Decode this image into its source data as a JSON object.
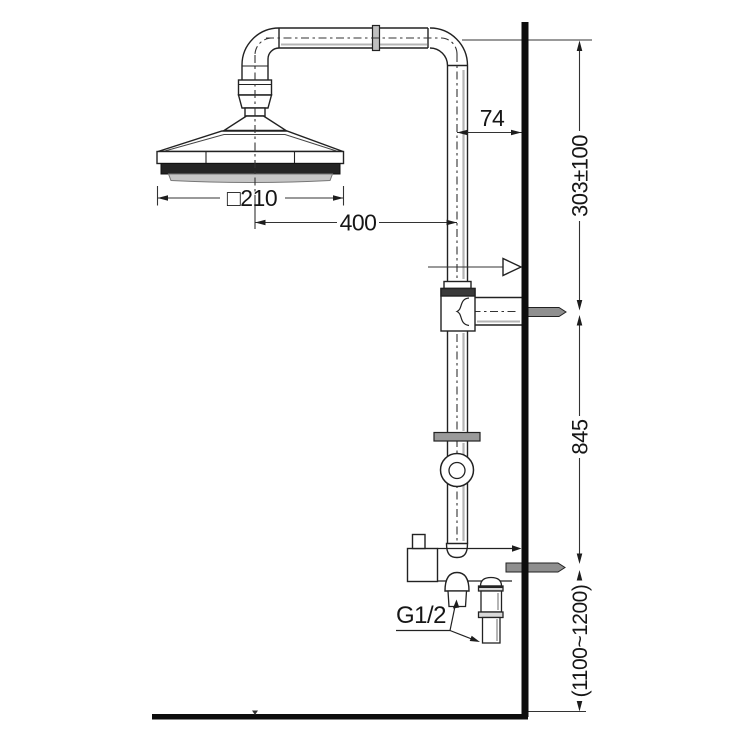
{
  "diagram": {
    "labels": {
      "head_width": "□210",
      "head_offset": "400",
      "pipe_to_wall": "74",
      "upper_span": "303±100",
      "middle_span": "845",
      "mixer_height": "(1100~1200)",
      "thread_size": "G1/2"
    },
    "colors": {
      "line": "#222222",
      "wall": "#0d0d0d",
      "fitting_gray": "#8f8f8f",
      "shade_gray": "#b5b5b5",
      "spray_face": "#242424",
      "background": "#ffffff"
    }
  }
}
